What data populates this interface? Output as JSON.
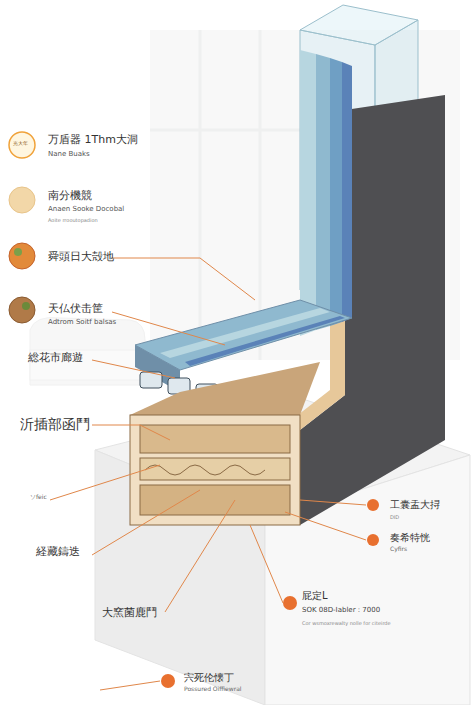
{
  "diagram": {
    "labels": [
      "万盾器 1Thm大洞",
      "Nane Buaks",
      "南分機競",
      "Anaen Sooke Docobal",
      "Aoite rrooutopadion",
      "舜頭日大殻地",
      "天仏伏击筐",
      "Adtrom Soitf balsas",
      "総花市廊遊",
      "沂插部函鬥",
      "ソfeic",
      "経藏鑄迭",
      "大窯菌鹿鬥",
      "宍死伦懐丁",
      "Possured Oiffiewral",
      "光大年",
      "工囊盂大挦",
      "DID",
      "奏希特恍",
      "Cyfirs",
      "屁定L",
      "SOK 08D-Iabler : 7000",
      "Cor wsmoxrewalty nolle for citeirde"
    ]
  }
}
